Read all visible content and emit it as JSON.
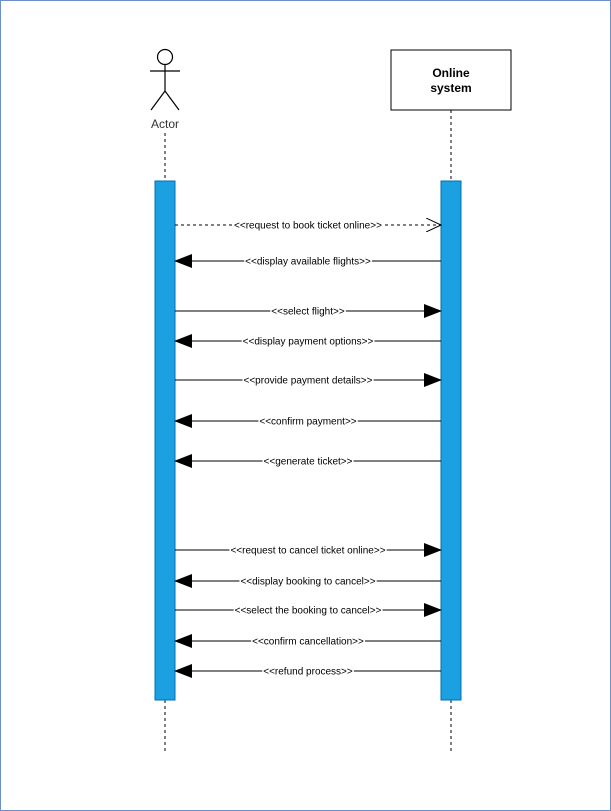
{
  "colors": {
    "activation_fill": "#1ba1e2",
    "activation_stroke": "#006eaf",
    "line": "#000000",
    "frame_border": "#6b8fc9"
  },
  "actor": {
    "label": "Actor",
    "icon": "stick-figure-icon"
  },
  "system": {
    "label_line1": "Online",
    "label_line2": "system"
  },
  "messages": [
    {
      "label": "<<request to book ticket online>>",
      "direction": "to-system",
      "style": "dashed-open"
    },
    {
      "label": "<<display available flights>>",
      "direction": "to-actor",
      "style": "solid-filled"
    },
    {
      "label": "<<select flight>>",
      "direction": "to-system",
      "style": "solid-filled"
    },
    {
      "label": "<<display payment options>>",
      "direction": "to-actor",
      "style": "solid-filled"
    },
    {
      "label": "<<provide payment details>>",
      "direction": "to-system",
      "style": "solid-filled"
    },
    {
      "label": "<<confirm payment>>",
      "direction": "to-actor",
      "style": "solid-filled"
    },
    {
      "label": "<<generate ticket>>",
      "direction": "to-actor",
      "style": "solid-filled"
    },
    {
      "label": "<<request to cancel ticket online>>",
      "direction": "to-system",
      "style": "solid-filled"
    },
    {
      "label": "<<display booking to cancel>>",
      "direction": "to-actor",
      "style": "solid-filled"
    },
    {
      "label": "<<select the booking to cancel>>",
      "direction": "to-system",
      "style": "solid-filled"
    },
    {
      "label": "<<confirm cancellation>>",
      "direction": "to-actor",
      "style": "solid-filled"
    },
    {
      "label": "<<refund process>>",
      "direction": "to-actor",
      "style": "solid-filled"
    }
  ]
}
